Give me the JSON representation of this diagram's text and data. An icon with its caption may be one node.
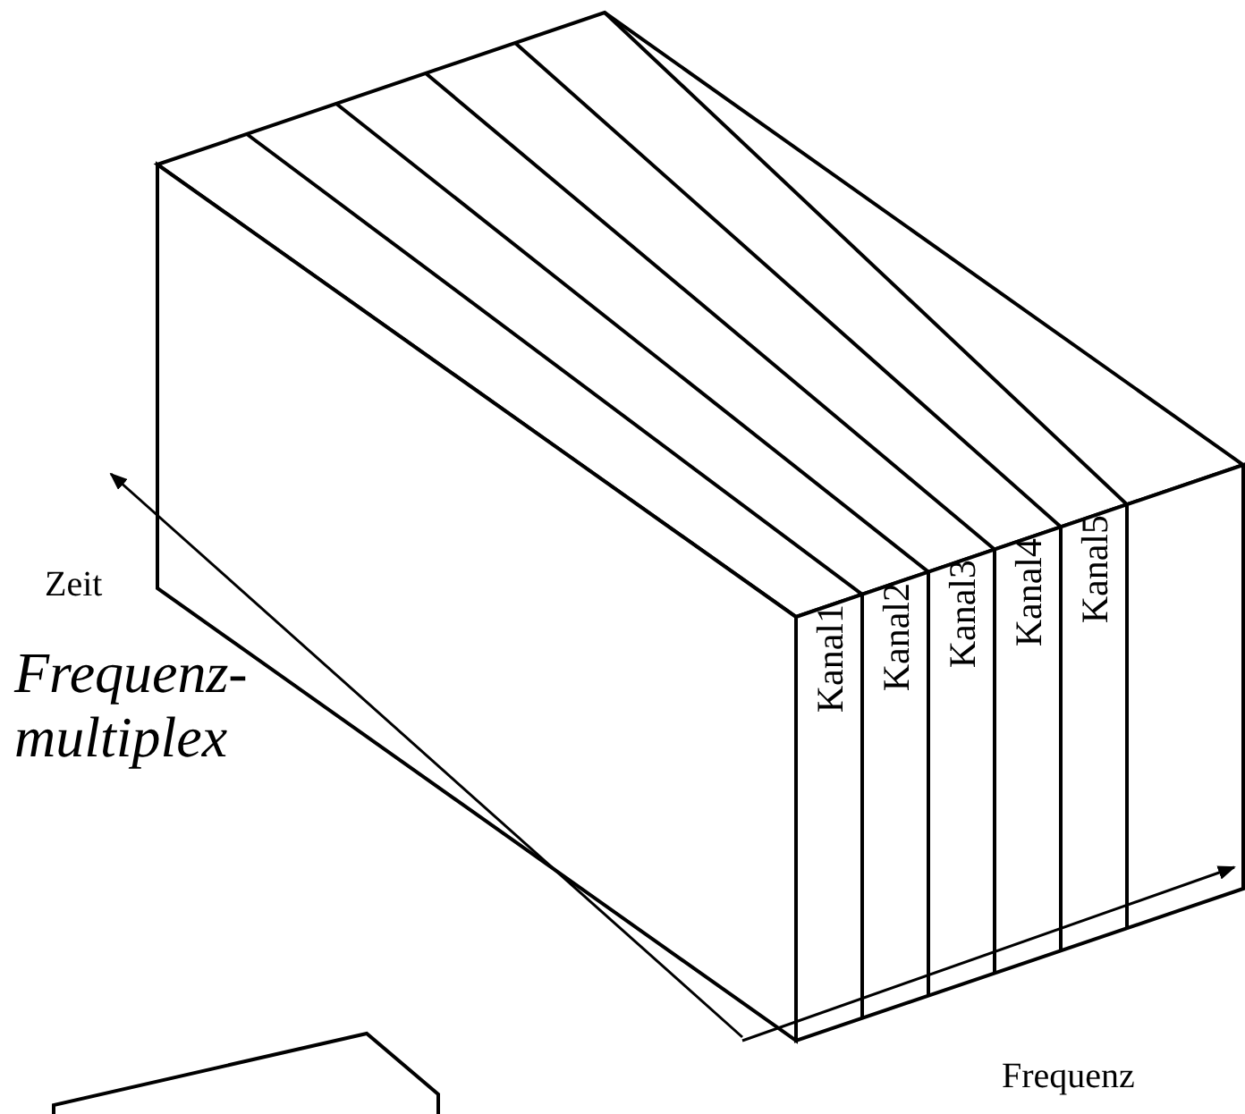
{
  "diagram": {
    "labels": [
      "Zeit",
      "Frequenz- multiplex",
      "Kanal1",
      "Kanal2",
      "Kanal3",
      "Kanal4",
      "Kanal5",
      "Frequenz"
    ]
  }
}
